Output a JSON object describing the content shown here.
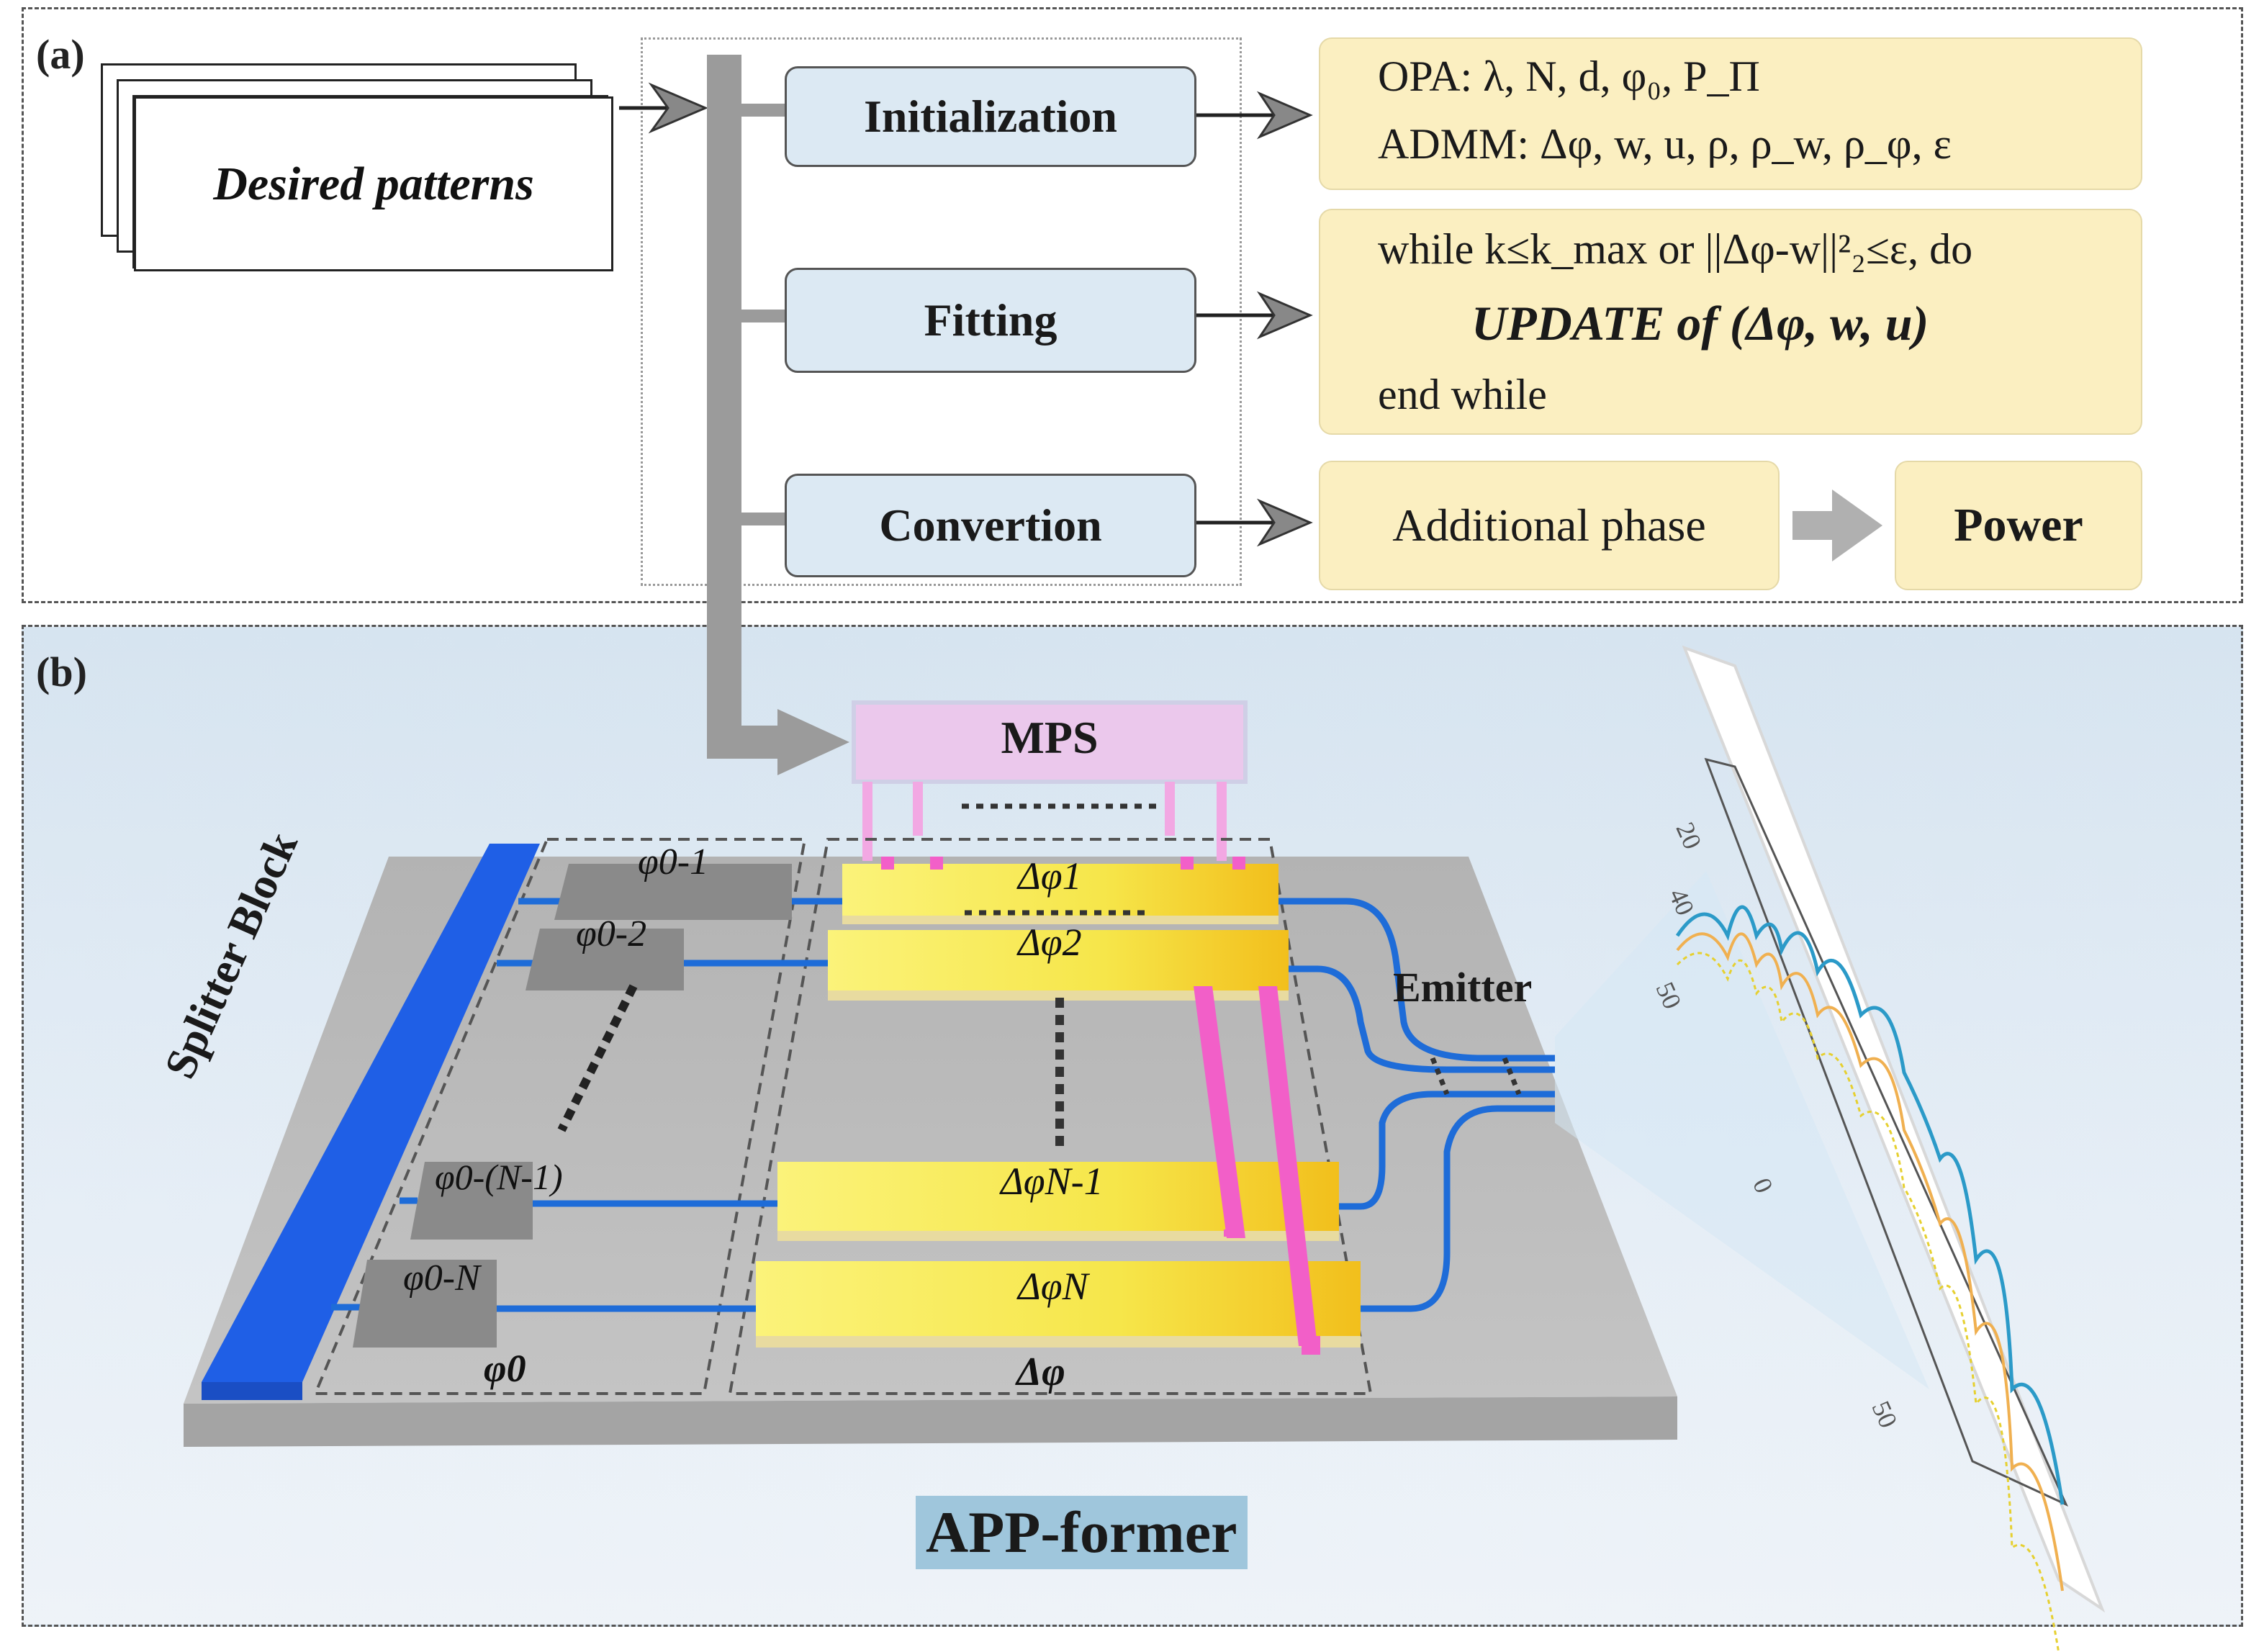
{
  "panel_a": {
    "label": "(a)",
    "input": "Desired patterns",
    "steps": [
      "Initialization",
      "Fitting",
      "Convertion"
    ],
    "init_opa": "OPA: λ, N, d, φ₀, P_Π",
    "init_admm": "ADMM: Δφ, w, u, ρ, ρ_w, ρ_φ, ε",
    "fit_while": "while k≤k_max or ||Δφ-w||²₂≤ε, do",
    "fit_update": "UPDATE  of  (Δφ, w, u)",
    "fit_end": "end while",
    "conv_phase": "Additional phase",
    "conv_power": "Power"
  },
  "panel_b": {
    "label": "(b)",
    "mps": "MPS",
    "splitter": "Splitter Block",
    "emitter": "Emitter",
    "phi0_labels": [
      "φ0-1",
      "φ0-2",
      "φ0-(N-1)",
      "φ0-N"
    ],
    "phi0_group": "φ0",
    "dphi_labels": [
      "Δφ1",
      "Δφ2",
      "ΔφN-1",
      "ΔφN"
    ],
    "dphi_group": "Δφ",
    "title": "APP-former",
    "axis_ticks": [
      "20",
      "40",
      "50",
      "0",
      "50"
    ]
  },
  "colors": {
    "step_fill": "#dce9f3",
    "yellow_fill": "#fbefc1",
    "splitter_blue": "#1f5fe6",
    "phase_yellow": "#f7e84a",
    "phase_orange": "#f3c11a",
    "heater_pink": "#f25fc8",
    "mps_pink": "#ebc8ec",
    "chip_gray": "#b9b9b9",
    "title_bg": "#9fc6dc"
  }
}
